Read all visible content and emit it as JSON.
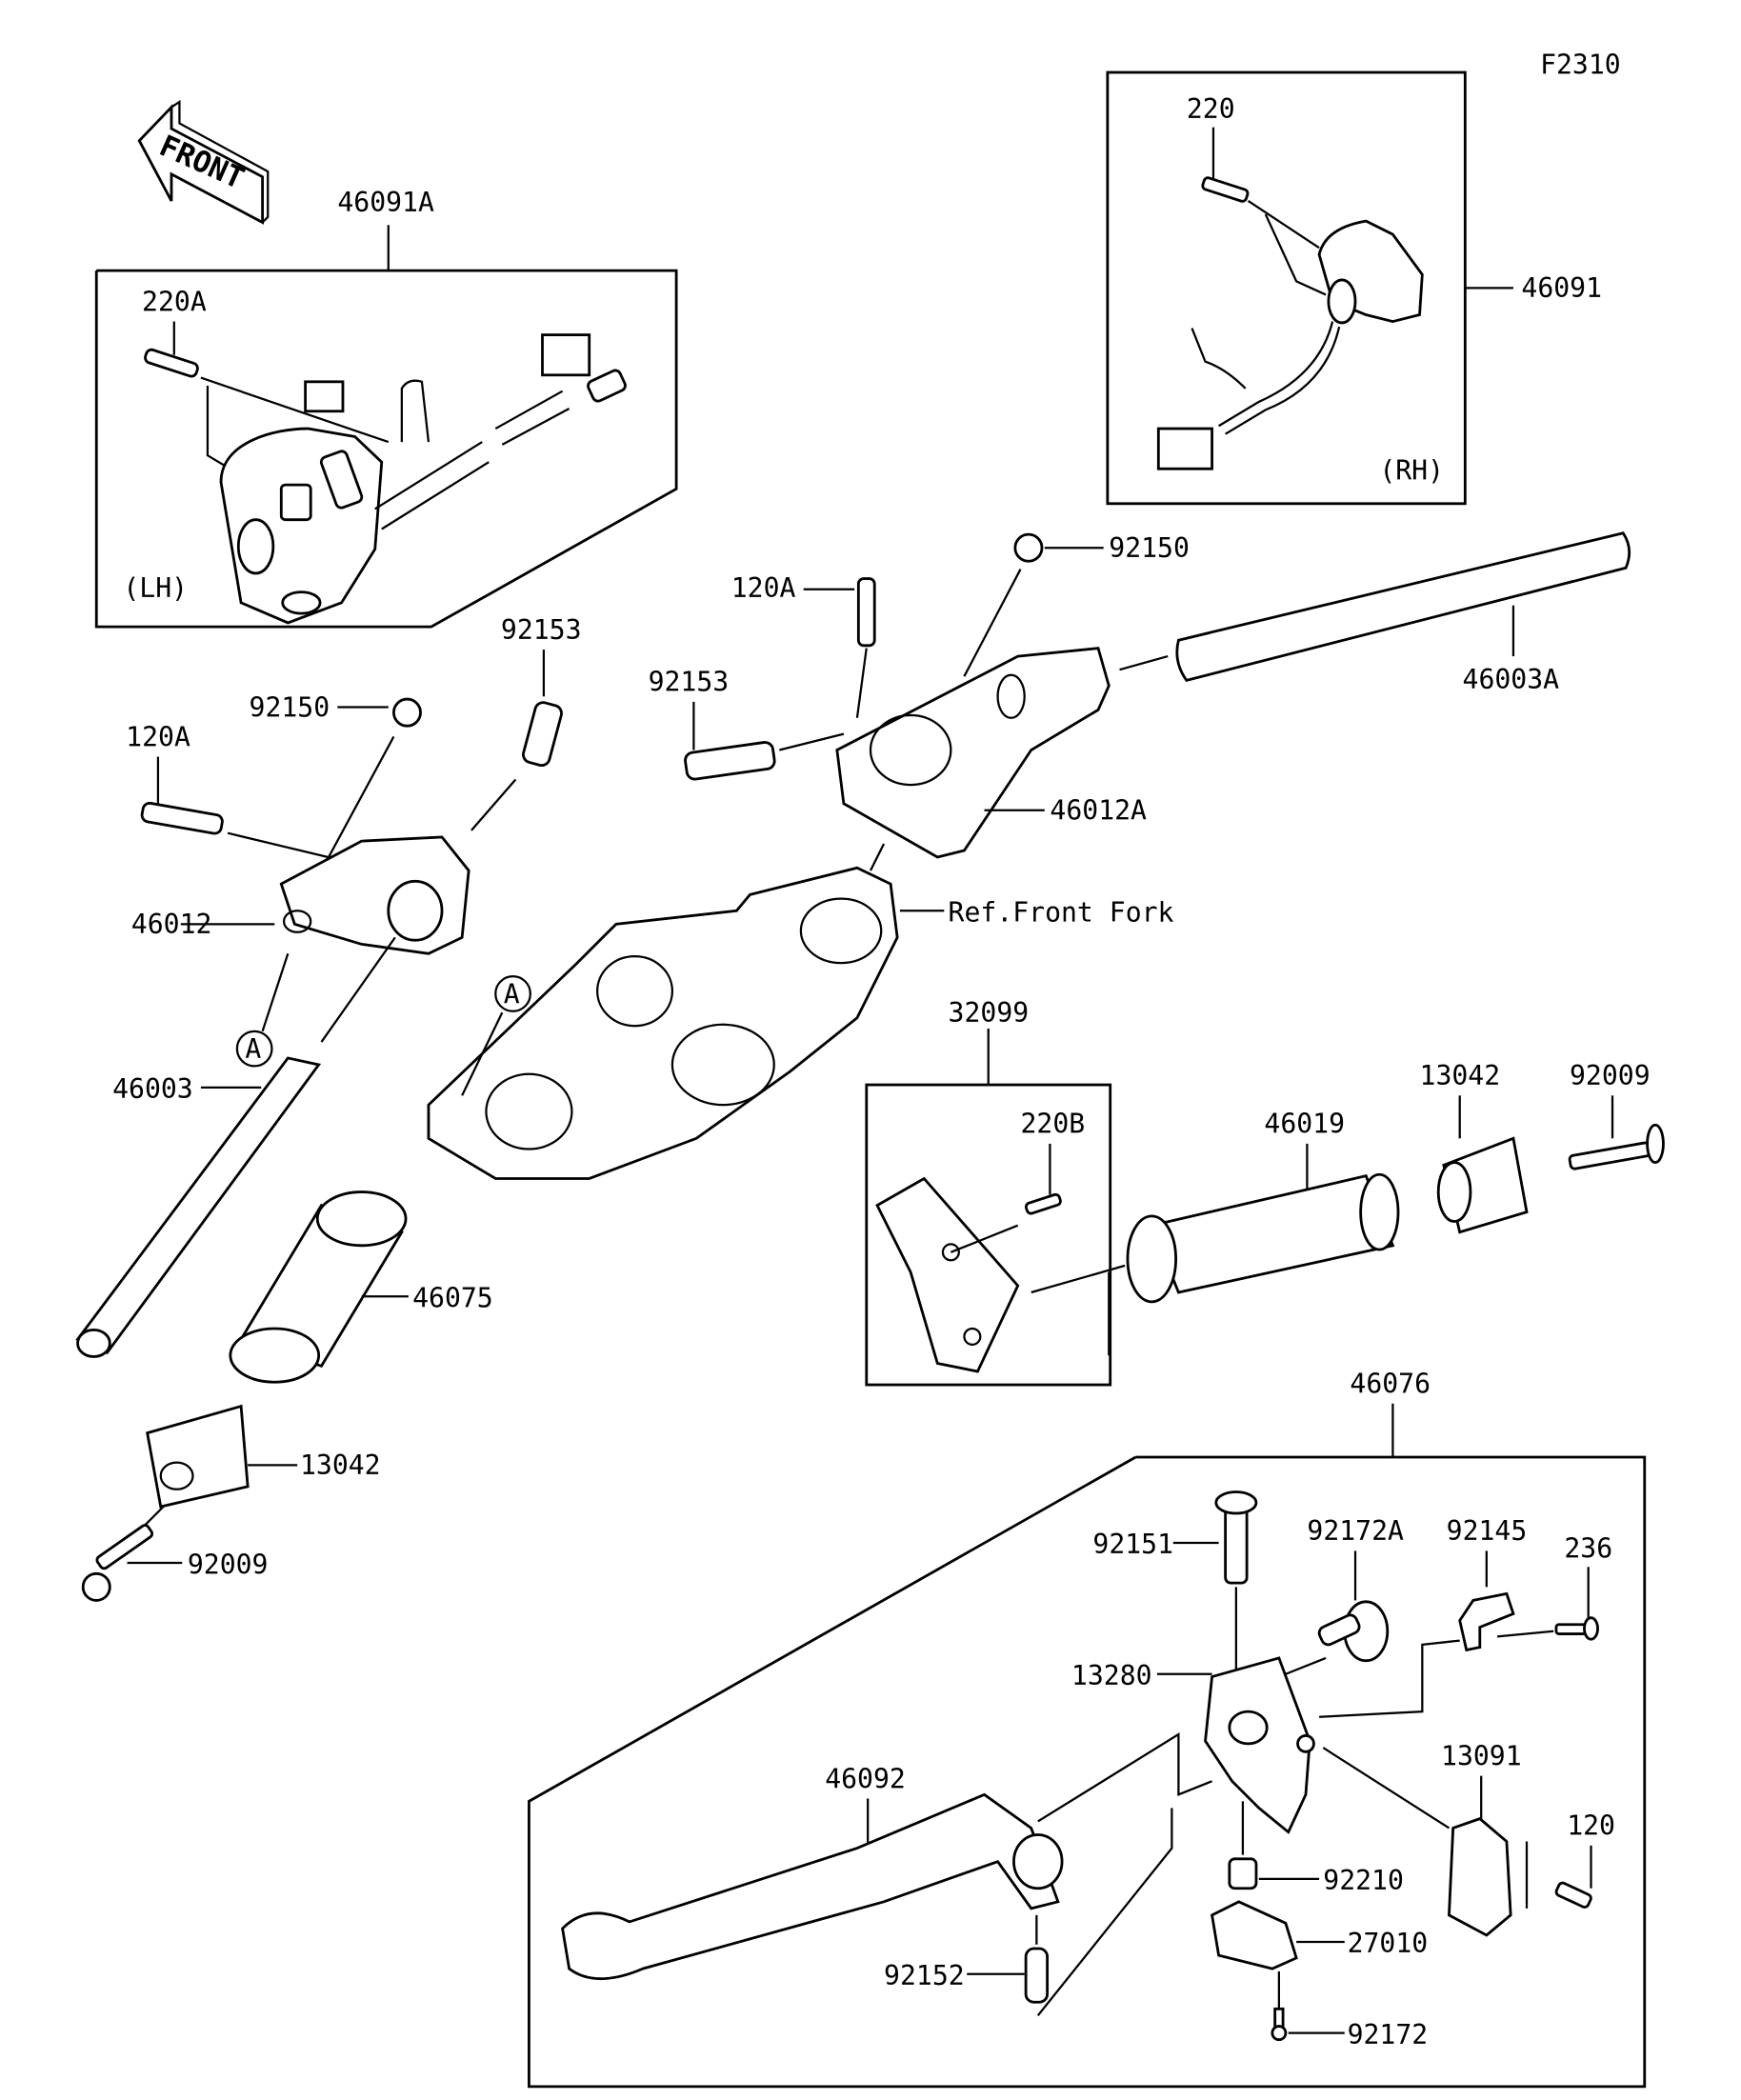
{
  "diagram": {
    "figure_code": "F2310",
    "front_indicator": "FRONT",
    "ref_note": "Ref.Front Fork",
    "ref_marker": "A",
    "groups": {
      "lh_switch": {
        "part": "46091A",
        "side": "(LH)"
      },
      "rh_switch": {
        "part": "46091",
        "side": "(RH)"
      },
      "throttle": {
        "part": "32099"
      },
      "lever_assy": {
        "part": "46076"
      }
    },
    "labels": {
      "p46091A": "46091A",
      "p220A": "220A",
      "p220": "220",
      "p46091": "46091",
      "p92150_r": "92150",
      "p120A_r": "120A",
      "p92153_r": "92153",
      "p46003A": "46003A",
      "p46012A": "46012A",
      "p92153_l": "92153",
      "p92150_l": "92150",
      "p120A_l": "120A",
      "p46012": "46012",
      "p46003": "46003",
      "p46075": "46075",
      "p13042_l": "13042",
      "p92009_l": "92009",
      "p32099": "32099",
      "p220B": "220B",
      "p46019": "46019",
      "p13042_r": "13042",
      "p92009_r": "92009",
      "p46076": "46076",
      "p92151": "92151",
      "p92172A": "92172A",
      "p92145": "92145",
      "p236": "236",
      "p13280": "13280",
      "p46092": "46092",
      "p13091": "13091",
      "p120": "120",
      "p92210": "92210",
      "p27010": "27010",
      "p92152": "92152",
      "p92172": "92172"
    }
  }
}
